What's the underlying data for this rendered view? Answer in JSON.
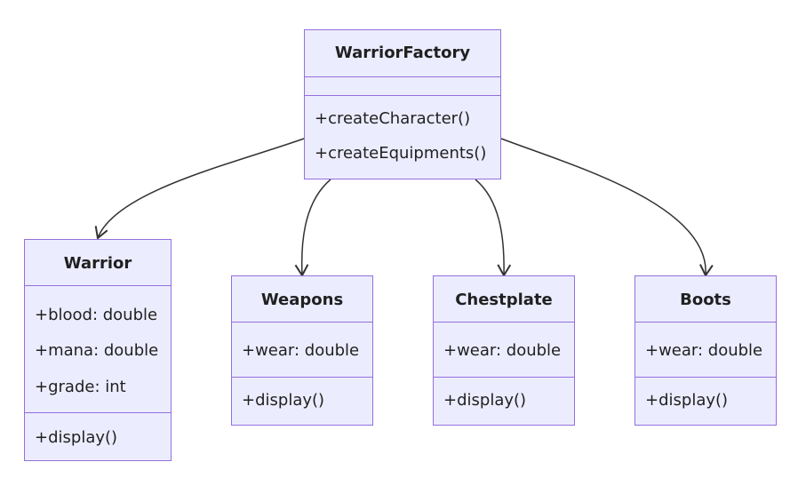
{
  "colors": {
    "box_fill": "#ececff",
    "box_border": "#9370db",
    "text": "#1f2020",
    "edge": "#333333"
  },
  "classes": {
    "factory": {
      "name": "WarriorFactory",
      "attributes": [],
      "methods": [
        "+createCharacter()",
        "+createEquipments()"
      ]
    },
    "warrior": {
      "name": "Warrior",
      "attributes": [
        "+blood: double",
        "+mana: double",
        "+grade: int"
      ],
      "methods": [
        "+display()"
      ]
    },
    "weapons": {
      "name": "Weapons",
      "attributes": [
        "+wear: double"
      ],
      "methods": [
        "+display()"
      ]
    },
    "chestplate": {
      "name": "Chestplate",
      "attributes": [
        "+wear: double"
      ],
      "methods": [
        "+display()"
      ]
    },
    "boots": {
      "name": "Boots",
      "attributes": [
        "+wear: double"
      ],
      "methods": [
        "+display()"
      ]
    }
  },
  "relations": [
    {
      "from": "WarriorFactory",
      "to": "Warrior"
    },
    {
      "from": "WarriorFactory",
      "to": "Weapons"
    },
    {
      "from": "WarriorFactory",
      "to": "Chestplate"
    },
    {
      "from": "WarriorFactory",
      "to": "Boots"
    }
  ]
}
